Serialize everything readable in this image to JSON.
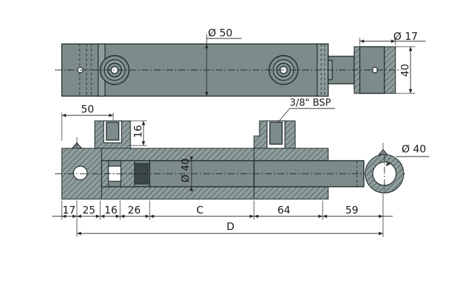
{
  "labels": {
    "d50": "Ø 50",
    "d17": "Ø 17",
    "d40_top": "40",
    "d50_side": "50",
    "bsp": "3/8\" BSP",
    "d16_v": "16",
    "d40_rod": "Ø 40",
    "d40_eye": "Ø 40",
    "dim17": "17",
    "dim25": "25",
    "dim16": "16",
    "dim26": "26",
    "dimC": "C",
    "dim64": "64",
    "dim59": "59",
    "dimD": "D"
  },
  "colors": {
    "body": "#7d8b8b",
    "outline": "#1f2a2a",
    "background": "#ffffff"
  }
}
